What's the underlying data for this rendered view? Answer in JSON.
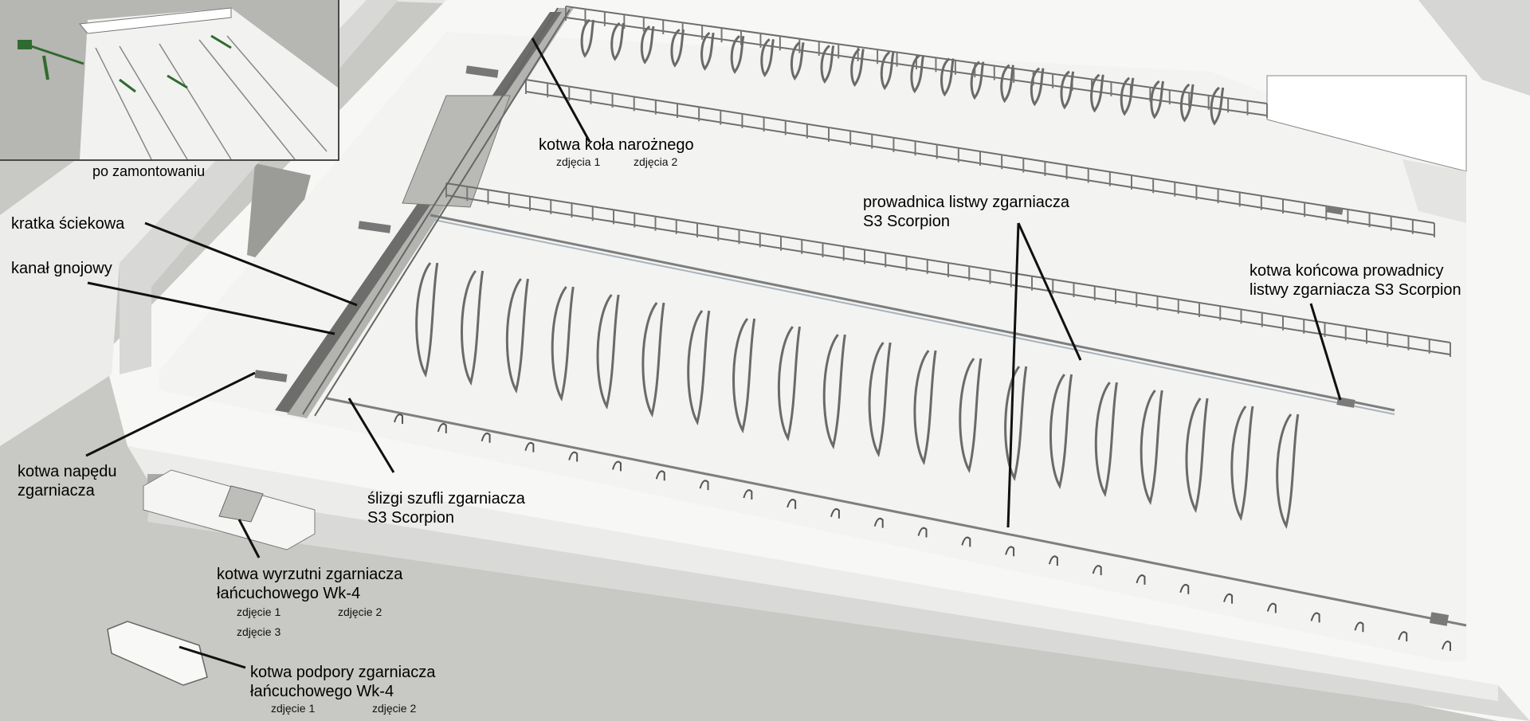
{
  "inset": {
    "caption": "po zamontowaniu"
  },
  "labels": {
    "kotwa_kola": {
      "text": "kotwa koła narożnego",
      "links": [
        "zdjęcia 1",
        "zdjęcia 2"
      ]
    },
    "kratka": {
      "text": "kratka ściekowa"
    },
    "kanal": {
      "text": "kanał gnojowy"
    },
    "prowadnica": {
      "text": "prowadnica listwy zgarniacza\nS3 Scorpion"
    },
    "kotwa_koncowa": {
      "text": "kotwa końcowa prowadnicy\nlistwy zgarniacza S3 Scorpion"
    },
    "kotwa_napedu": {
      "text": "kotwa napędu\nzgarniacza"
    },
    "slizgi": {
      "text": "ślizgi szufli zgarniacza\nS3 Scorpion"
    },
    "kotwa_wyrzutni": {
      "text": "kotwa wyrzutni zgarniacza\nłańcuchowego Wk-4",
      "links": [
        "zdjęcie 1",
        "zdjęcie 2",
        "zdjęcie 3"
      ]
    },
    "kotwa_podpory": {
      "text": "kotwa podpory zgarniacza\nłańcuchowego Wk-4",
      "links": [
        "zdjęcie 1",
        "zdjęcie 2"
      ]
    }
  },
  "colors": {
    "background": "#c9c9c5",
    "floor": "#f2f2f1",
    "wall_top": "#fafafa",
    "wall_side": "#dcdcda",
    "steel": "#7d7d7d",
    "accent_green": "#2f6b2f"
  }
}
